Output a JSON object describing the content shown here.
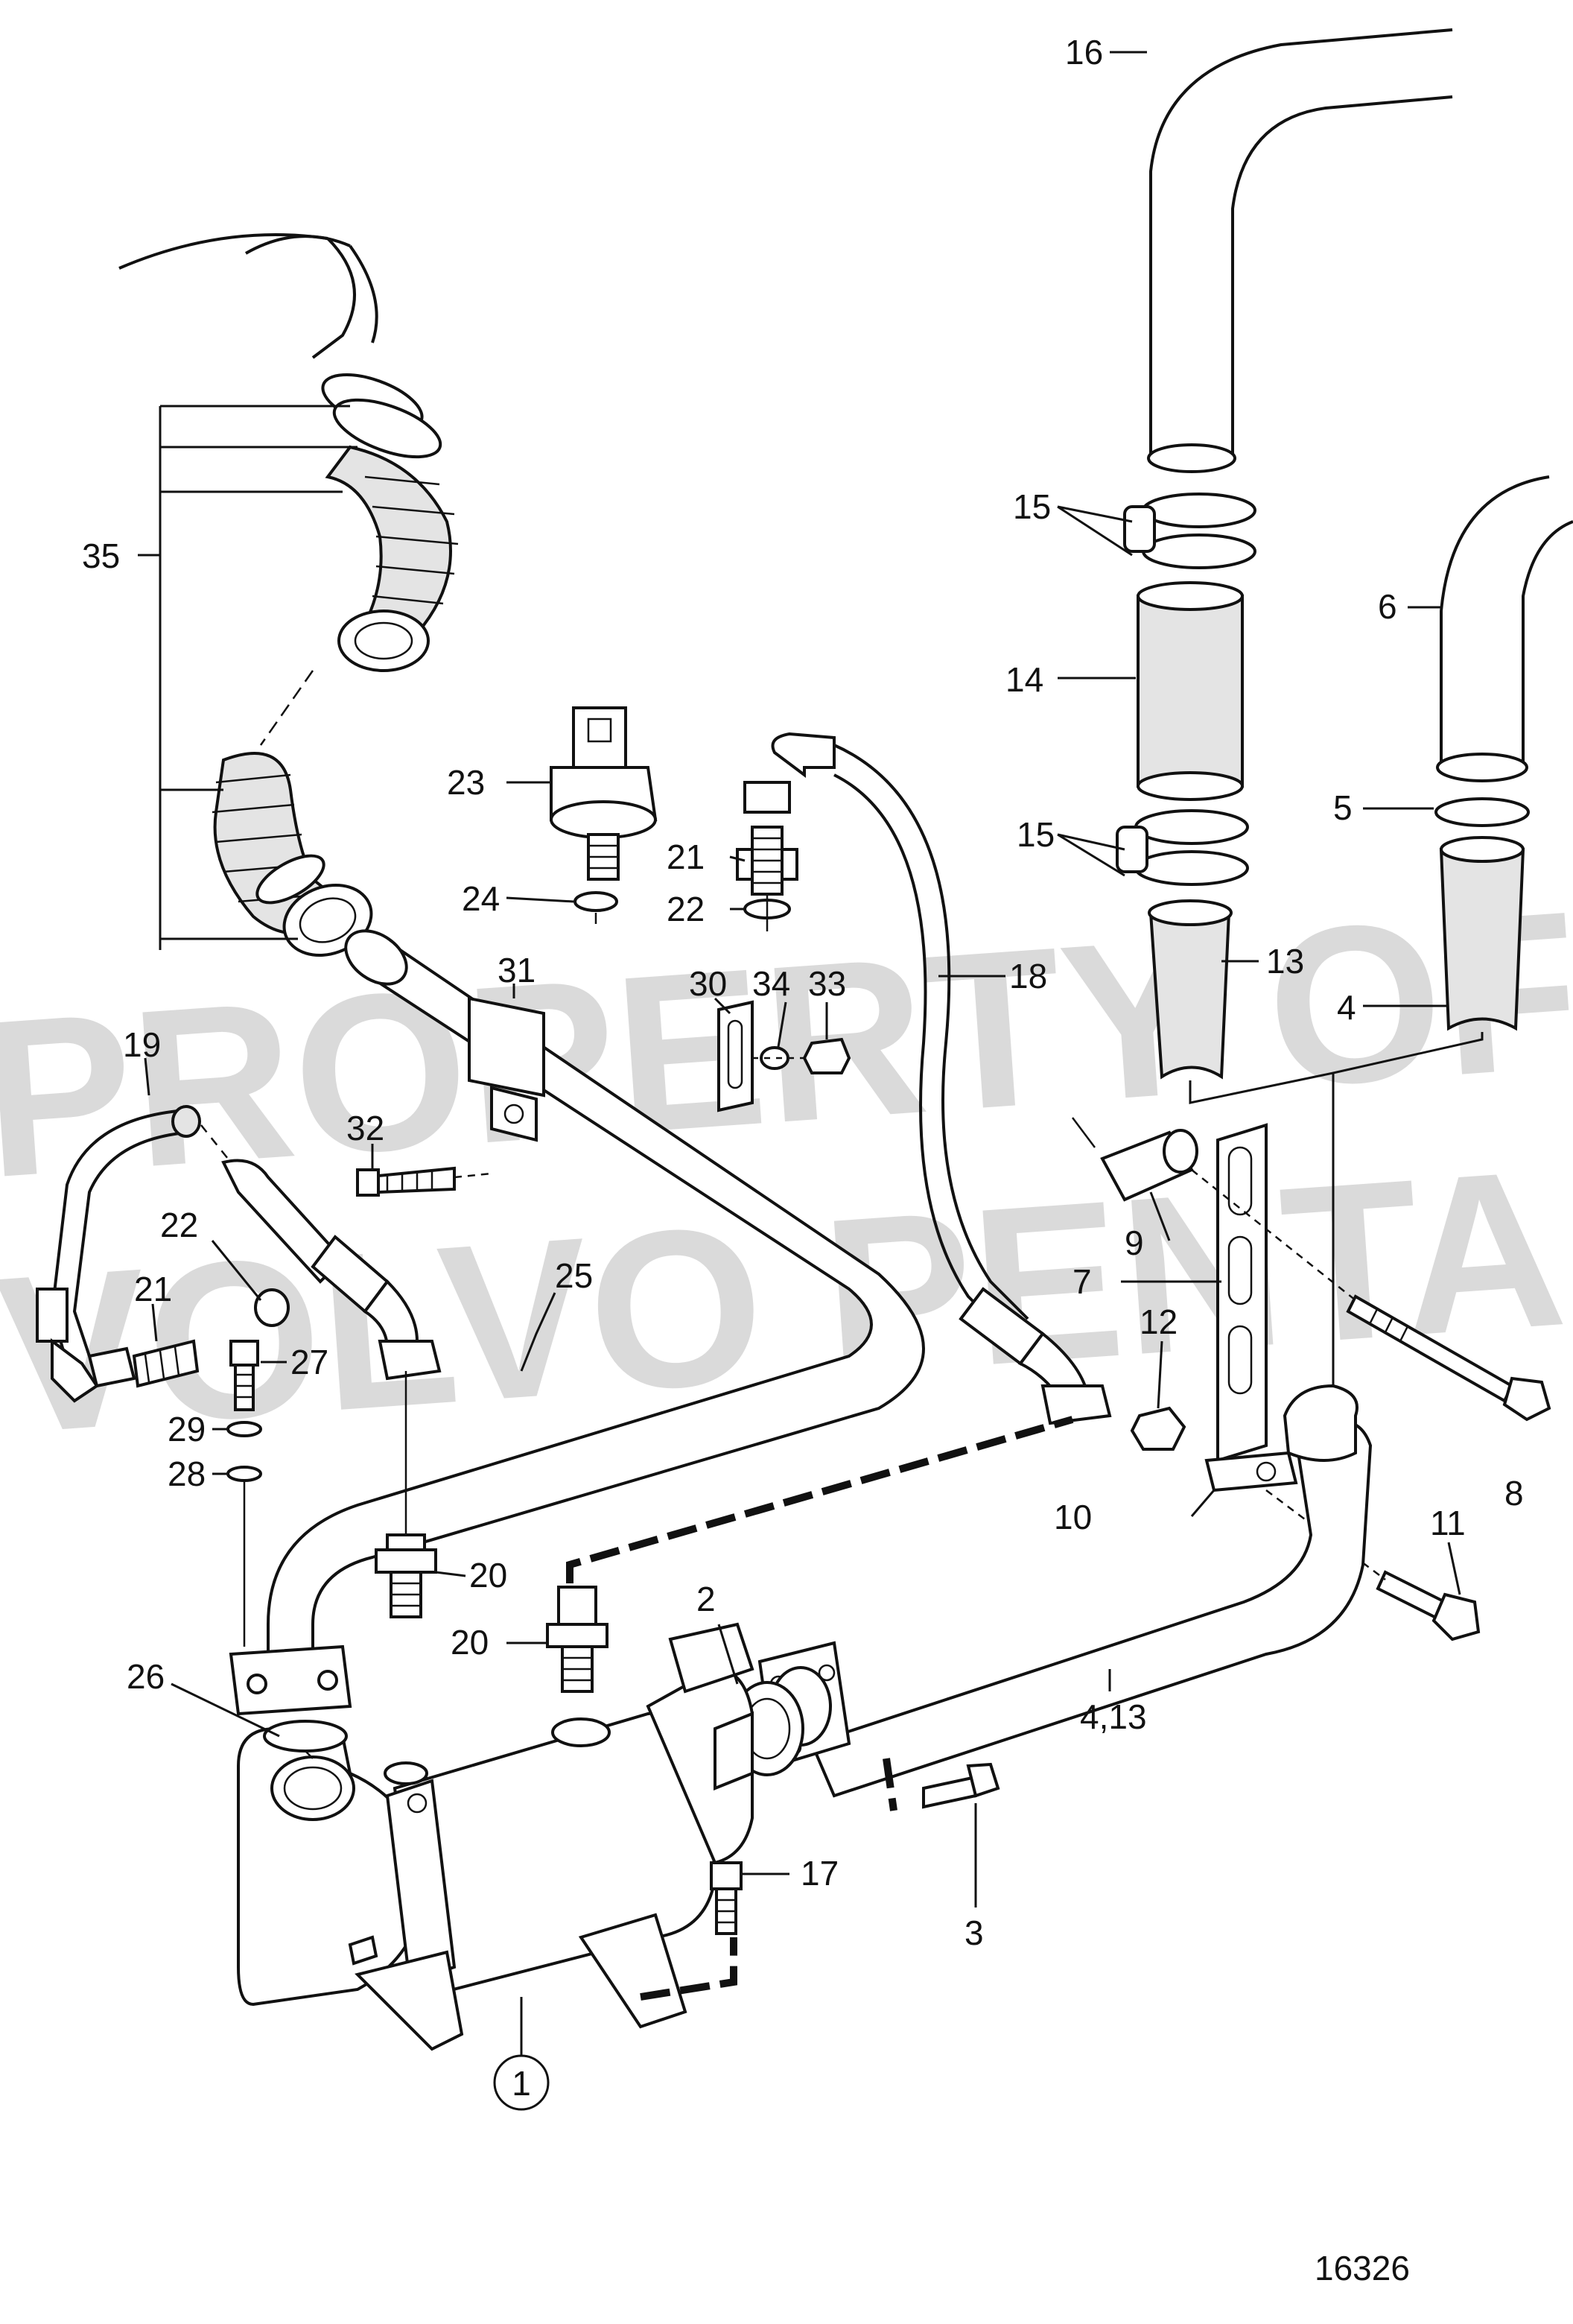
{
  "diagram": {
    "figure_number": "16326",
    "watermark": [
      "PROPERTY OF",
      "VOLVO PENTA"
    ],
    "callouts": {
      "c1": "1",
      "c2": "2",
      "c3": "3",
      "c4": "4",
      "c5": "5",
      "c6": "6",
      "c7": "7",
      "c8": "8",
      "c9": "9",
      "c10": "10",
      "c11": "11",
      "c12": "12",
      "c13": "13",
      "c14": "14",
      "c15a": "15",
      "c15b": "15",
      "c16": "16",
      "c17": "17",
      "c18": "18",
      "c19": "19",
      "c20a": "20",
      "c20b": "20",
      "c21a": "21",
      "c21b": "21",
      "c22a": "22",
      "c22b": "22",
      "c23": "23",
      "c24": "24",
      "c25": "25",
      "c26": "26",
      "c27": "27",
      "c28": "28",
      "c29": "29",
      "c30": "30",
      "c31": "31",
      "c32": "32",
      "c33": "33",
      "c34": "34",
      "c35": "35",
      "c4_13": "4,13"
    }
  }
}
